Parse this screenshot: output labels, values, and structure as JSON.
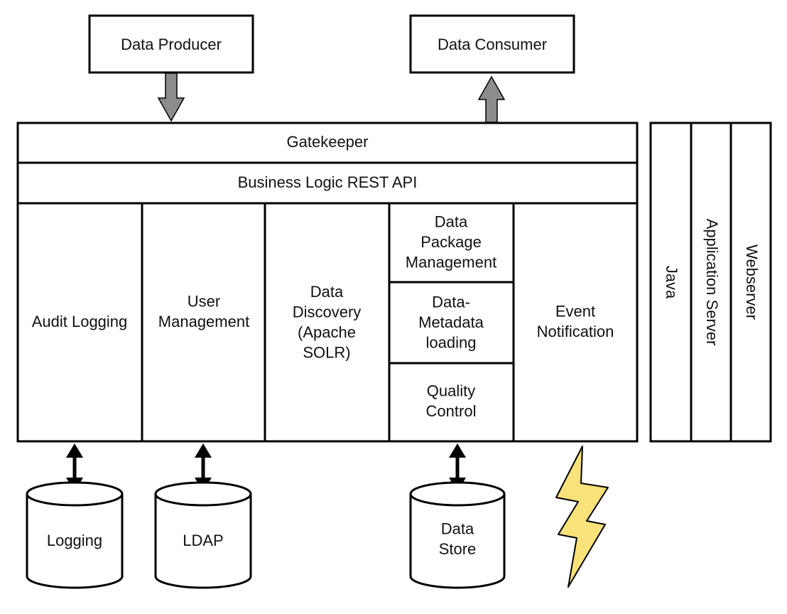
{
  "top": {
    "producer": "Data Producer",
    "consumer": "Data Consumer"
  },
  "layers": {
    "gatekeeper": "Gatekeeper",
    "rest_api": "Business Logic REST API"
  },
  "modules": {
    "audit_logging": [
      "Audit Logging"
    ],
    "user_management": [
      "User",
      "Management"
    ],
    "data_discovery": [
      "Data",
      "Discovery",
      "(Apache",
      "SOLR)"
    ],
    "package_management": [
      "Data",
      "Package",
      "Management"
    ],
    "metadata_loading": [
      "Data-",
      "Metadata",
      "loading"
    ],
    "quality_control": [
      "Quality",
      "Control"
    ],
    "event_notification": [
      "Event",
      "Notification"
    ]
  },
  "platform": {
    "java": "Java",
    "app_server": "Application Server",
    "webserver": "Webserver"
  },
  "storage": {
    "logging": [
      "Logging"
    ],
    "ldap": [
      "LDAP"
    ],
    "data_store": [
      "Data",
      "Store"
    ]
  },
  "colors": {
    "stroke": "#000000",
    "arrow_fill": "#8c8c8c",
    "bolt_fill": "#f9e27a",
    "bolt_stroke": "#000000"
  },
  "icons": {
    "event": "lightning-bolt-icon"
  }
}
